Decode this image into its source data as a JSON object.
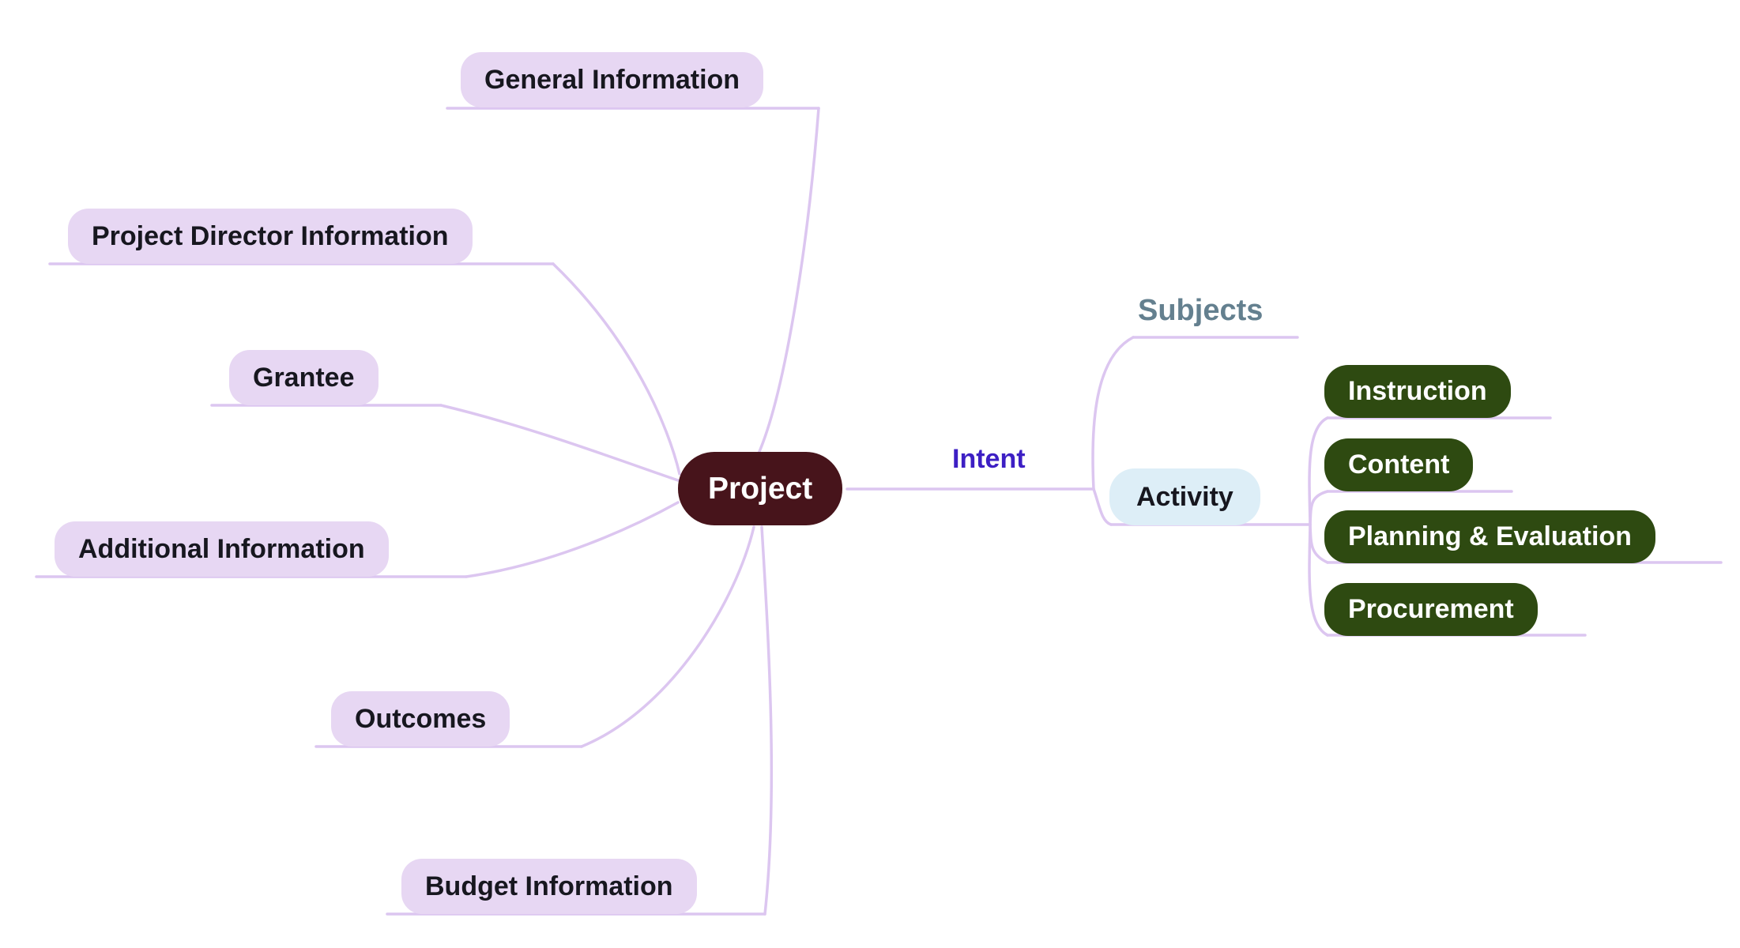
{
  "mindmap": {
    "root": {
      "label": "Project"
    },
    "left_branches": [
      {
        "label": "General Information"
      },
      {
        "label": "Project Director Information"
      },
      {
        "label": "Grantee"
      },
      {
        "label": "Additional Information"
      },
      {
        "label": "Outcomes"
      },
      {
        "label": "Budget Information"
      }
    ],
    "intent_link_label": "Intent",
    "subjects_node": {
      "label": "Subjects"
    },
    "activity_node": {
      "label": "Activity"
    },
    "activity_children": [
      {
        "label": "Instruction"
      },
      {
        "label": "Content"
      },
      {
        "label": "Planning & Evaluation"
      },
      {
        "label": "Procurement"
      }
    ]
  },
  "colors": {
    "edge_color": "#dcc6f0",
    "root_bg": "#47141b",
    "root_text": "#ffffff",
    "branch_bg": "#e7d7f3",
    "branch_text": "#17171f",
    "activity_bg": "#ddeef7",
    "leaf_bg": "#2e4a11",
    "leaf_text": "#ffffff",
    "intent_text": "#3d1fc4",
    "subjects_text": "#64808f"
  }
}
